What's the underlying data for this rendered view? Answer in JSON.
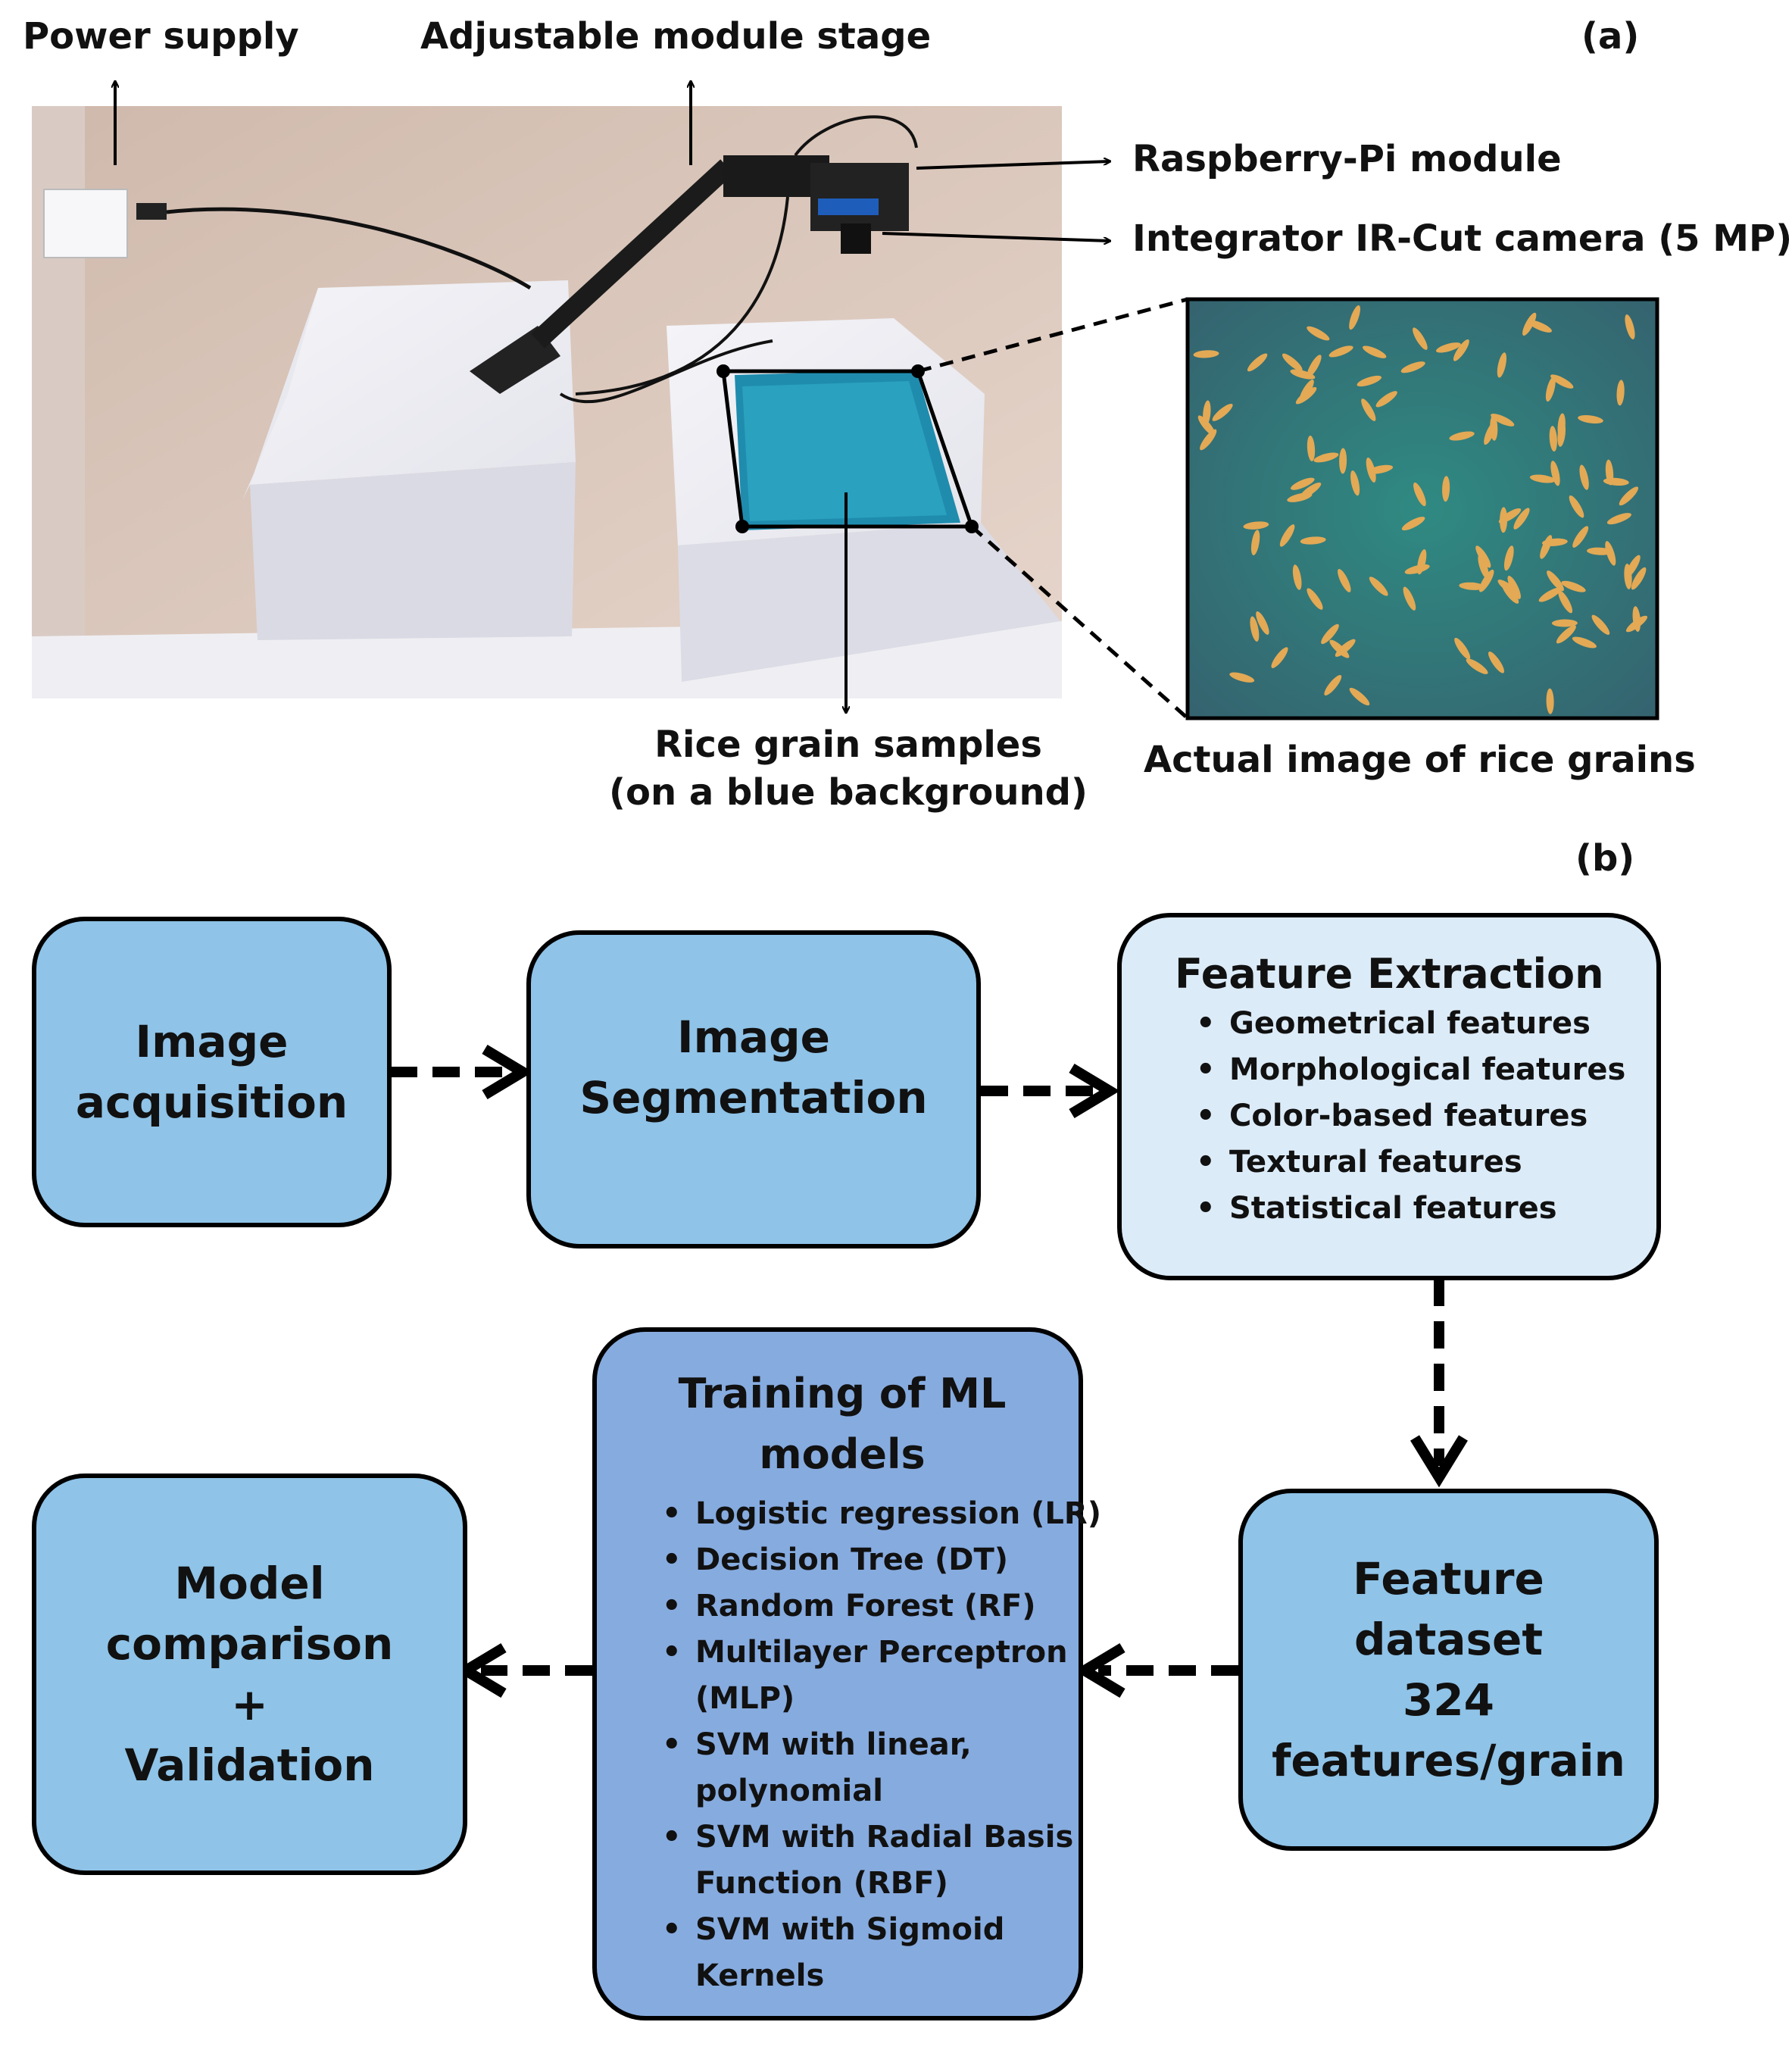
{
  "panel_a": {
    "tag": "(a)",
    "labels": {
      "power_supply": "Power supply",
      "module_stage": "Adjustable module stage",
      "raspberry_pi": "Raspberry-Pi module",
      "camera": "Integrator IR-Cut camera (5 MP)",
      "samples_line1": "Rice grain samples",
      "samples_line2": "(on a blue background)",
      "actual_image": "Actual image of rice grains"
    }
  },
  "panel_b": {
    "tag": "(b)",
    "acquisition": {
      "line1": "Image",
      "line2": "acquisition"
    },
    "segmentation": {
      "line1": "Image",
      "line2": "Segmentation"
    },
    "extraction": {
      "title": "Feature Extraction",
      "items": [
        "Geometrical features",
        "Morphological features",
        "Color-based features",
        "Textural features",
        "Statistical features"
      ]
    },
    "dataset": {
      "line1": "Feature",
      "line2": "dataset",
      "line3": "324",
      "line4": "features/grain"
    },
    "training": {
      "title_line1": "Training of ML",
      "title_line2": "models",
      "items": [
        {
          "l1": "Logistic regression (LR)",
          "l2": ""
        },
        {
          "l1": "Decision Tree (DT)",
          "l2": ""
        },
        {
          "l1": "Random Forest (RF)",
          "l2": ""
        },
        {
          "l1": "Multilayer Perceptron",
          "l2": "(MLP)"
        },
        {
          "l1": "SVM with linear,",
          "l2": "polynomial"
        },
        {
          "l1": "SVM with Radial Basis",
          "l2": "Function (RBF)"
        },
        {
          "l1": "SVM with Sigmoid",
          "l2": "Kernels"
        }
      ]
    },
    "comparison": {
      "line1": "Model",
      "line2": "comparison",
      "line3": "+",
      "line4": "Validation"
    }
  },
  "colors": {
    "box_blue": "#8fc3e8",
    "box_light": "#dcebf8",
    "box_training": "#86abdf",
    "rice_background": "#2a7f7a",
    "grain": "#e3a955"
  }
}
